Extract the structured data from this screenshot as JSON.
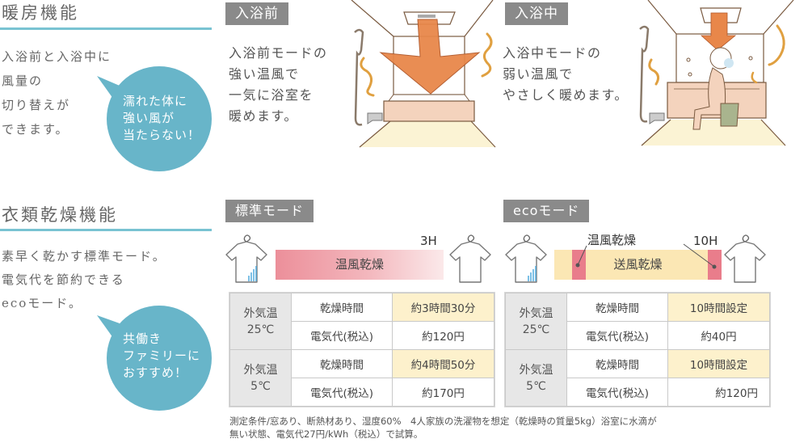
{
  "heating": {
    "title": "暖房機能",
    "description": [
      "入浴前と入浴中に",
      "風量の",
      "切り替えが",
      "できます。"
    ],
    "bubble": [
      "濡れた体に",
      "強い風が",
      "当たらない！"
    ],
    "modes": [
      {
        "tag": "入浴前",
        "description": [
          "入浴前モードの",
          "強い温風で",
          "一気に浴室を",
          "暖めます。"
        ],
        "illustration": "bathroom-strong-airflow-illustration"
      },
      {
        "tag": "入浴中",
        "description": [
          "入浴中モードの",
          "弱い温風で",
          "やさしく暖めます。"
        ],
        "illustration": "bathroom-gentle-airflow-illustration"
      }
    ]
  },
  "drying": {
    "title": "衣類乾燥機能",
    "description": [
      "素早く乾かす標準モード。",
      "電気代を節約できる",
      "ecoモード。"
    ],
    "bubble": [
      "共働き",
      "ファミリーに",
      "おすすめ！"
    ],
    "standard": {
      "tag": "標準モード",
      "bar_label": "温風乾燥",
      "duration_label": "3H",
      "rows": [
        {
          "temp": [
            "外気温",
            "25℃"
          ],
          "time_label": "乾燥時間",
          "time_value": "約3時間30分",
          "cost_label": "電気代(税込)",
          "cost_value": "約120円"
        },
        {
          "temp": [
            "外気温",
            "5℃"
          ],
          "time_label": "乾燥時間",
          "time_value": "約4時間50分",
          "cost_label": "電気代(税込)",
          "cost_value": "約170円"
        }
      ]
    },
    "eco": {
      "tag": "ecoモード",
      "bar_label": "送風乾燥",
      "callout_label": "温風乾燥",
      "duration_label": "10H",
      "rows": [
        {
          "temp": [
            "外気温",
            "25℃"
          ],
          "time_label": "乾燥時間",
          "time_value": "10時間設定",
          "cost_label": "電気代(税込)",
          "cost_value": "約40円"
        },
        {
          "temp": [
            "外気温",
            "5℃"
          ],
          "time_label": "乾燥時間",
          "time_value": "10時間設定",
          "cost_label": "電気代(税込)",
          "cost_value": "約120円"
        }
      ]
    },
    "note": [
      "測定条件/窓あり、断熱材あり、湿度60%　4人家族の洗濯物を想定（乾燥時の質量5kg）浴室に水滴が",
      "無い状態、電気代27円/kWh（税込）で試算。"
    ]
  },
  "colors": {
    "accent_teal": "#68b5c9",
    "rule_teal": "#79c3d2",
    "tag_gray": "#8a8a8a",
    "warm_bar_pink": "#e97d8b",
    "fan_bar_yellow": "#fbe7b4",
    "highlight_cell": "#fdf1cc",
    "temp_cell": "#e7e7e7",
    "airflow_orange": "#e8874a"
  }
}
